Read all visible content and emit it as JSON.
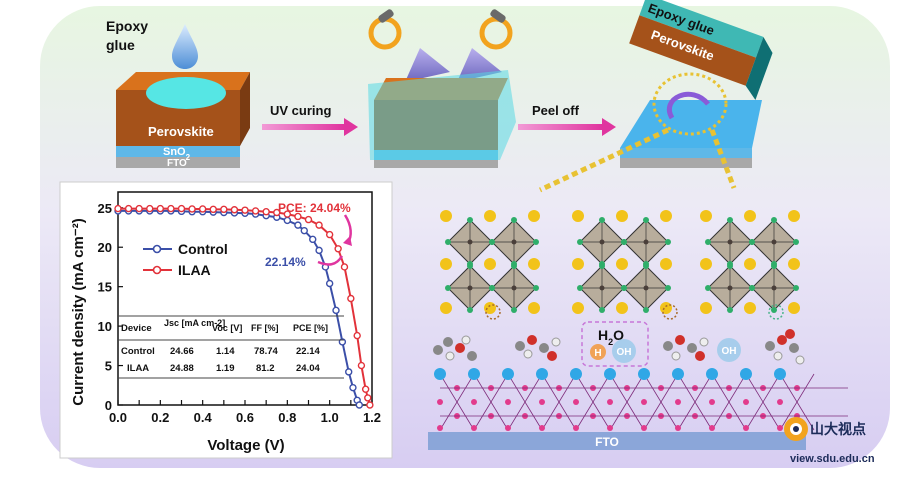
{
  "top_panel": {
    "epoxy_label_line1": "Epoxy",
    "epoxy_label_line2": "glue",
    "perovskite_label": "Perovskite",
    "sno2_label": "SnO",
    "sno2_sub": "2",
    "fto_label": "FTO",
    "step1_label": "UV curing",
    "step2_label": "Peel off",
    "peeled_epoxy_label": "Epoxy glue",
    "peeled_perovskite_label": "Perovskite"
  },
  "structure": {
    "water_label": "H",
    "water_sub": "2",
    "water_label_end": "O",
    "h_label": "H",
    "oh_label": "OH",
    "oh_minus_label": "OH",
    "fto_bar_label": "FTO"
  },
  "watermark": {
    "logo_text": "山大视点",
    "url": "view.sdu.edu.cn"
  },
  "chart_data": {
    "type": "line",
    "xlabel": "Voltage (V)",
    "ylabel": "Current density (mA cm⁻²)",
    "xlim": [
      0.0,
      1.2
    ],
    "ylim": [
      0,
      27
    ],
    "xticks": [
      "0.0",
      "0.1",
      "0.2",
      "0.3",
      "0.4",
      "0.5",
      "0.6",
      "0.7",
      "0.8",
      "0.9",
      "1.0",
      "1.1",
      "1.2"
    ],
    "yticks": [
      "0",
      "5",
      "10",
      "15",
      "20",
      "25"
    ],
    "legend_position": "upper-middle",
    "series": [
      {
        "name": "Control",
        "color": "#3b4fa8",
        "x": [
          0.0,
          0.05,
          0.1,
          0.15,
          0.2,
          0.25,
          0.3,
          0.35,
          0.4,
          0.45,
          0.5,
          0.55,
          0.6,
          0.65,
          0.7,
          0.75,
          0.8,
          0.85,
          0.88,
          0.92,
          0.95,
          0.98,
          1.0,
          1.03,
          1.06,
          1.09,
          1.11,
          1.13,
          1.14
        ],
        "y": [
          24.6,
          24.6,
          24.6,
          24.6,
          24.6,
          24.6,
          24.55,
          24.5,
          24.5,
          24.45,
          24.4,
          24.35,
          24.3,
          24.2,
          24.0,
          23.8,
          23.4,
          22.8,
          22.1,
          21.0,
          19.6,
          17.5,
          15.4,
          12.0,
          8.0,
          4.2,
          2.2,
          0.6,
          0.0
        ]
      },
      {
        "name": "ILAA",
        "color": "#e2323a",
        "x": [
          0.0,
          0.05,
          0.1,
          0.15,
          0.2,
          0.25,
          0.3,
          0.35,
          0.4,
          0.45,
          0.5,
          0.55,
          0.6,
          0.65,
          0.7,
          0.75,
          0.8,
          0.85,
          0.9,
          0.95,
          1.0,
          1.04,
          1.07,
          1.1,
          1.13,
          1.15,
          1.17,
          1.18,
          1.19
        ],
        "y": [
          24.9,
          24.9,
          24.9,
          24.9,
          24.9,
          24.9,
          24.9,
          24.85,
          24.85,
          24.8,
          24.8,
          24.75,
          24.7,
          24.6,
          24.5,
          24.4,
          24.2,
          23.9,
          23.5,
          22.8,
          21.6,
          19.8,
          17.5,
          13.5,
          8.8,
          5.0,
          2.0,
          0.9,
          0.0
        ]
      }
    ],
    "annotations": {
      "pce_ilaa": "PCE: 24.04%",
      "pce_control": "22.14%"
    },
    "table": {
      "headers": [
        "Device",
        "Jsc [mA cm-2]",
        "Voc [V]",
        "FF [%]",
        "PCE [%]"
      ],
      "rows": [
        [
          "Control",
          "24.66",
          "1.14",
          "78.74",
          "22.14"
        ],
        [
          "ILAA",
          "24.88",
          "1.19",
          "81.2",
          "24.04"
        ]
      ]
    }
  }
}
